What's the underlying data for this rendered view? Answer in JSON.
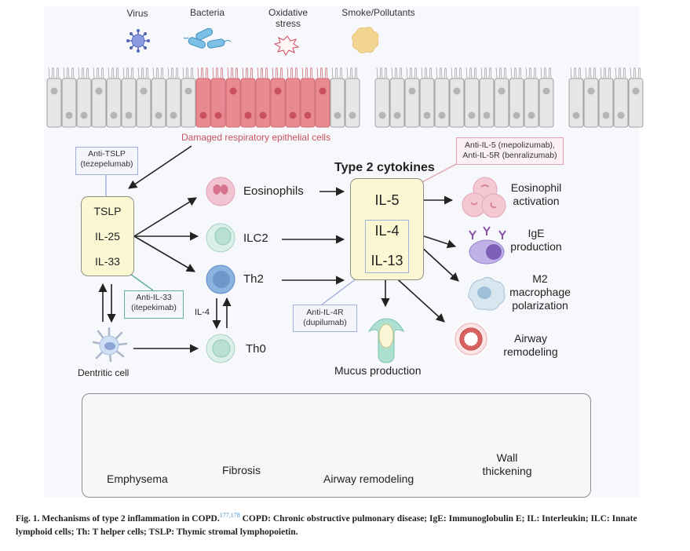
{
  "triggers": [
    {
      "label": "Virus",
      "icon": "virus-icon"
    },
    {
      "label": "Bacteria",
      "icon": "bacteria-icon"
    },
    {
      "label": "Oxidative\nstress",
      "line1": "Oxidative",
      "line2": "stress",
      "icon": "starburst-icon"
    },
    {
      "label": "Smoke/Pollutants",
      "icon": "smoke-particle-icon"
    }
  ],
  "epithelium": {
    "label": "Damaged respiratory epithelial cells",
    "label_color": "#c9505f",
    "damaged_color": "#e98a93",
    "healthy_color": "#e6e6e6"
  },
  "alarmins": {
    "items": [
      "TSLP",
      "IL-25",
      "IL-33"
    ],
    "box_color": "#faf7d2"
  },
  "drugs": {
    "anti_tslp": {
      "line1": "Anti-TSLP",
      "line2": "(tezepelumab)",
      "border": "#9fb0db"
    },
    "anti_il33": {
      "line1": "Anti-IL-33",
      "line2": "(itepekimab)",
      "border": "#5fae98"
    },
    "anti_il5": {
      "line1": "Anti-IL-5 (mepolizumab),",
      "line2": "Anti-IL-5R (benralizumab)",
      "border": "#e2a2b3"
    },
    "anti_il4r": {
      "line1": "Anti-IL-4R",
      "line2": "(dupilumab)",
      "border": "#9fb0db"
    }
  },
  "cells": {
    "eosinophils": "Eosinophils",
    "ilc2": "ILC2",
    "th2": "Th2",
    "th0": "Th0",
    "dendritic": "Dentritic cell",
    "il4_arrow": "IL-4"
  },
  "cytokines": {
    "title": "Type 2 cytokines",
    "items": [
      "IL-5",
      "IL-4",
      "IL-13"
    ]
  },
  "effects": {
    "eos_activation": {
      "line1": "Eosinophil",
      "line2": "activation"
    },
    "ige": {
      "line1": "IgE",
      "line2": "production"
    },
    "m2": {
      "line1": "M2",
      "line2": "macrophage",
      "line3": "polarization"
    },
    "airway": {
      "line1": "Airway",
      "line2": "remodeling"
    },
    "mucus": "Mucus production"
  },
  "outcomes": {
    "emphysema": "Emphysema",
    "fibrosis": "Fibrosis",
    "airway_remodeling": "Airway remodeling",
    "wall_line1": "Wall",
    "wall_line2": "thickening"
  },
  "caption": {
    "fig": "Fig. 1.",
    "title": "Mechanisms of type 2 inflammation in COPD.",
    "cites": "177,178",
    "text1": " COPD: Chronic obstructive pulmonary disease; IgE: Immunoglobulin E; IL: Interleukin; ILC: Innate",
    "text2": "lymphoid cells; Th: T helper cells; TSLP: Thymic stromal lymphopoietin."
  }
}
